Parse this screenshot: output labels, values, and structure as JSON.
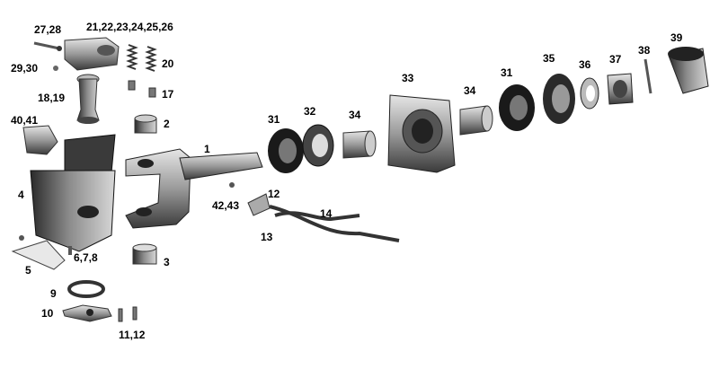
{
  "diagram": {
    "callouts": {
      "c1": "1",
      "c2": "2",
      "c3": "3",
      "c4": "4",
      "c5": "5",
      "c678": "6,7,8",
      "c9": "9",
      "c10": "10",
      "c1112": "11,12",
      "c12": "12",
      "c13": "13",
      "c14": "14",
      "c17": "17",
      "c1819": "18,19",
      "c20": "20",
      "c21to26": "21,22,23,24,25,26",
      "c2728": "27,28",
      "c2930": "29,30",
      "c31a": "31",
      "c31b": "31",
      "c32": "32",
      "c33": "33",
      "c34a": "34",
      "c34b": "34",
      "c35": "35",
      "c36": "36",
      "c37": "37",
      "c38": "38",
      "c39": "39",
      "c4041": "40,41",
      "c4243": "42,43"
    }
  }
}
